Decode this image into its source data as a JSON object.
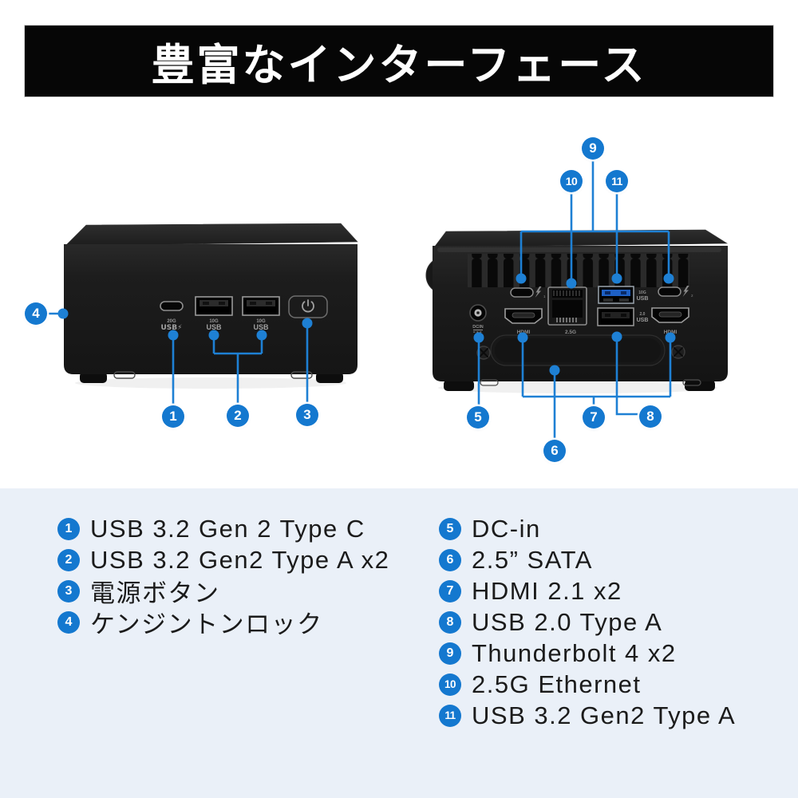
{
  "title": "豊富なインターフェース",
  "colors": {
    "accent": "#1b7fd4",
    "panel_bg": "#eaf0f8",
    "banner_bg": "#060606",
    "device_body": "#1d1d1d"
  },
  "callouts": {
    "c1": "1",
    "c2": "2",
    "c3": "3",
    "c4": "4",
    "c5": "5",
    "c6": "6",
    "c7": "7",
    "c8": "8",
    "c9": "9",
    "c10": "10",
    "c11": "11"
  },
  "front": {
    "usbc_speed": "20G",
    "usbc_label": "USB⚡",
    "usba1_speed": "10G",
    "usba1_label": "USB",
    "usba2_speed": "10G",
    "usba2_label": "USB"
  },
  "rear": {
    "tb1_sub": "1",
    "tb2_sub": "2",
    "usb10g_speed": "10G",
    "usb10g_label": "USB",
    "dcin_label": "DCIN",
    "hdmi_left_label": "HDMI",
    "eth_label": "2.5G",
    "usb20_speed": "2.0",
    "usb20_label": "USB",
    "hdmi_right_label": "HDMI"
  },
  "legend": {
    "left": [
      {
        "num": "1",
        "label": "USB 3.2 Gen 2 Type C"
      },
      {
        "num": "2",
        "label": "USB 3.2 Gen2 Type A x2"
      },
      {
        "num": "3",
        "label": "電源ボタン"
      },
      {
        "num": "4",
        "label": "ケンジントンロック"
      }
    ],
    "right": [
      {
        "num": "5",
        "label": "DC-in"
      },
      {
        "num": "6",
        "label": "2.5” SATA"
      },
      {
        "num": "7",
        "label": "HDMI 2.1 x2"
      },
      {
        "num": "8",
        "label": "USB 2.0 Type A"
      },
      {
        "num": "9",
        "label": "Thunderbolt 4 x2"
      },
      {
        "num": "10",
        "label": "2.5G Ethernet"
      },
      {
        "num": "11",
        "label": "USB 3.2 Gen2 Type A"
      }
    ]
  }
}
